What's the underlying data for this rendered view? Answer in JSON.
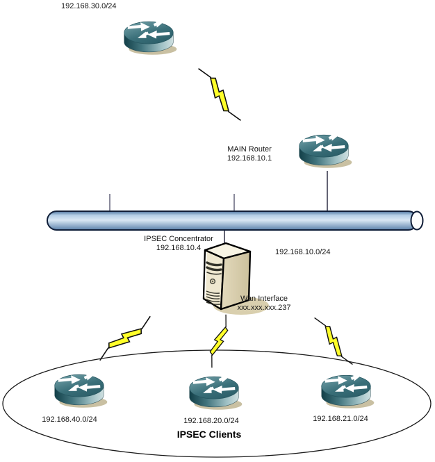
{
  "nodes": {
    "remote_network": {
      "label": "192.168.30.0/24"
    },
    "main_router": {
      "name": "MAIN Router",
      "ip": "192.168.10.1"
    },
    "lan": {
      "label": "192.168.10.0/24"
    },
    "concentrator": {
      "name": "IPSEC Concentrator",
      "ip": "192.168.10.4"
    },
    "wan_interface": {
      "name": "Wan Interface",
      "ip": "xxx.xxx.xxx.237"
    },
    "clients": {
      "group_label": "IPSEC Clients",
      "items": [
        {
          "label": "192.168.40.0/24"
        },
        {
          "label": "192.168.20.0/24"
        },
        {
          "label": "192.168.21.0/24"
        }
      ]
    }
  },
  "icons": {
    "router": "cisco-router-icon",
    "server": "server-tower-icon",
    "wan_link": "lightning-bolt-icon",
    "segment": "ethernet-bus"
  },
  "colors": {
    "background": "#ffffff",
    "router_teal_dark": "#123f48",
    "router_teal": "#3a6f79",
    "bus_blue": "#b5cfe7",
    "bolt_yellow": "#ffff29",
    "server_beige": "#efe8d0",
    "outline": "#111111"
  }
}
